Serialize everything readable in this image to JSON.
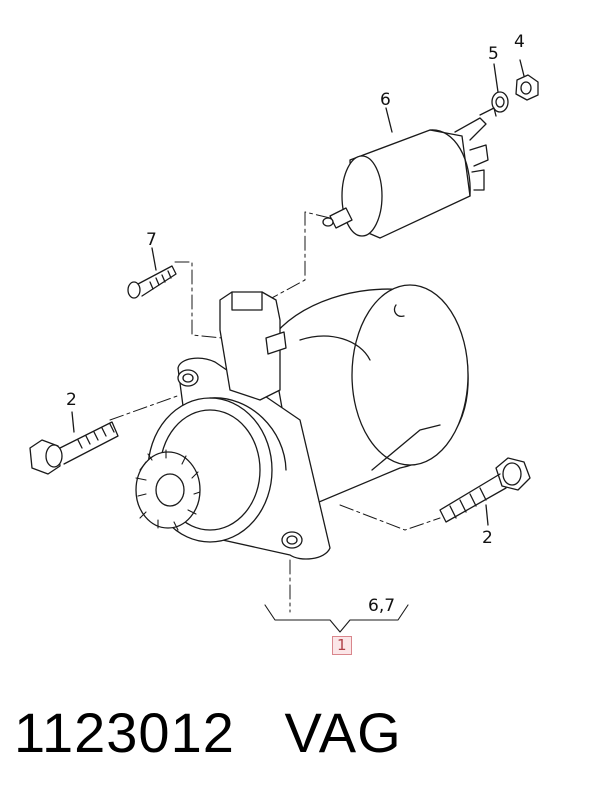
{
  "callouts": {
    "c4": "4",
    "c5": "5",
    "c6": "6",
    "c7": "7",
    "c2_left": "2",
    "c2_right": "2",
    "c67": "6,7",
    "c1": "1"
  },
  "footer": {
    "part_number": "1123012",
    "brand": "VAG"
  },
  "colors": {
    "line": "#1a1a1a",
    "highlight_border": "#d9868c",
    "highlight_fill": "#fbe6e8"
  }
}
